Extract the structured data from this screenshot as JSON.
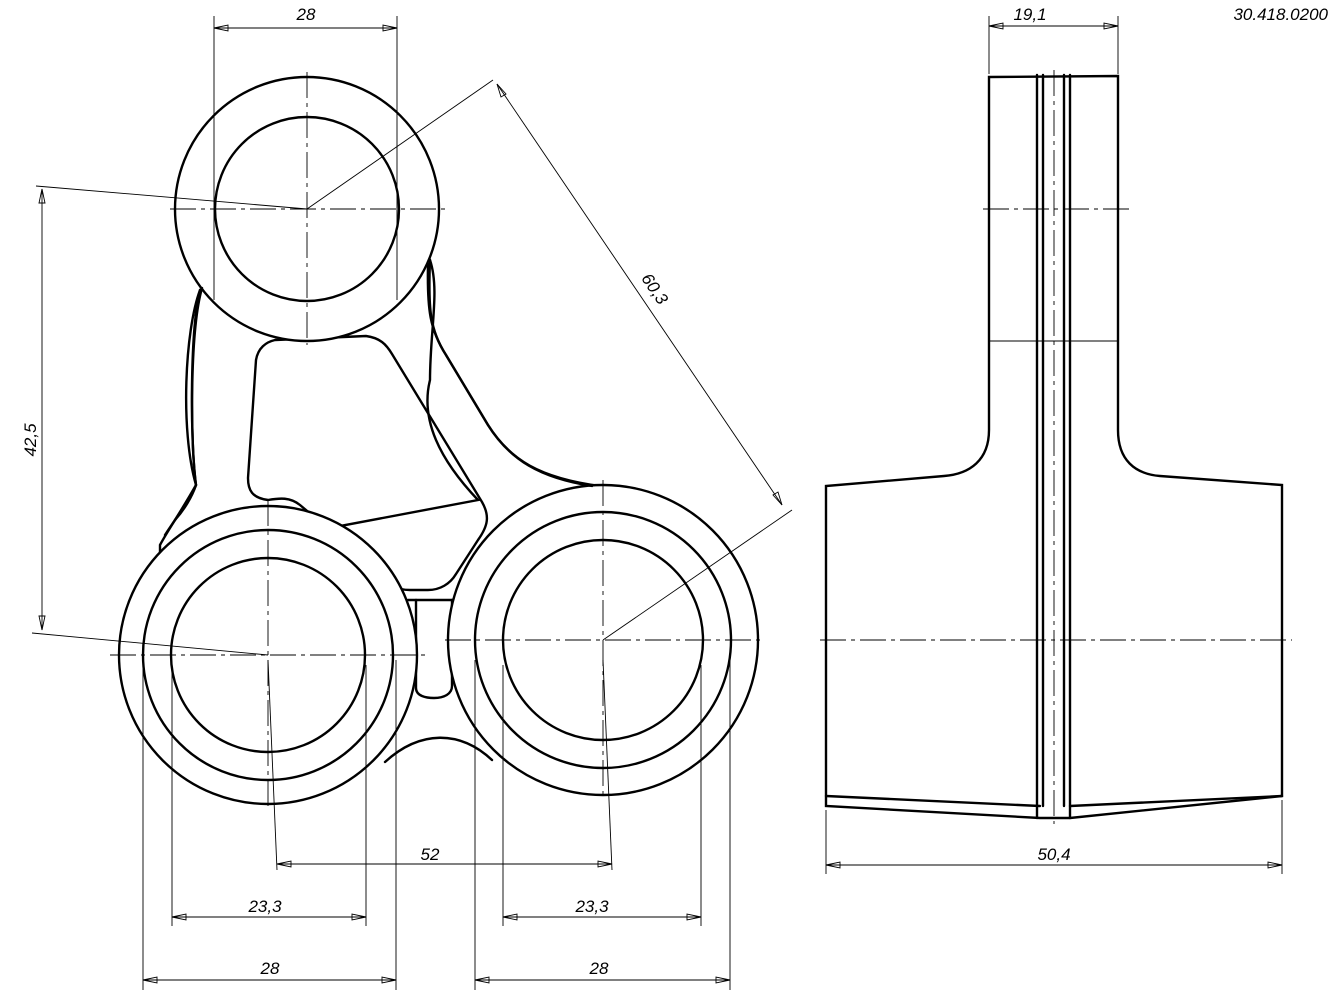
{
  "drawing_number": "30.418.0200",
  "dimensions": {
    "top_bore_width": "28",
    "center_distance_vertical": "42,5",
    "center_distance_diagonal": "60,3",
    "center_distance_horizontal": "52",
    "left_inner_bore": "23,3",
    "right_inner_bore": "23,3",
    "left_bottom_width": "28",
    "right_bottom_width": "28",
    "side_view_top_width": "19,1",
    "side_view_total_width": "50,4"
  },
  "colors": {
    "line": "#000000",
    "background": "#ffffff"
  }
}
